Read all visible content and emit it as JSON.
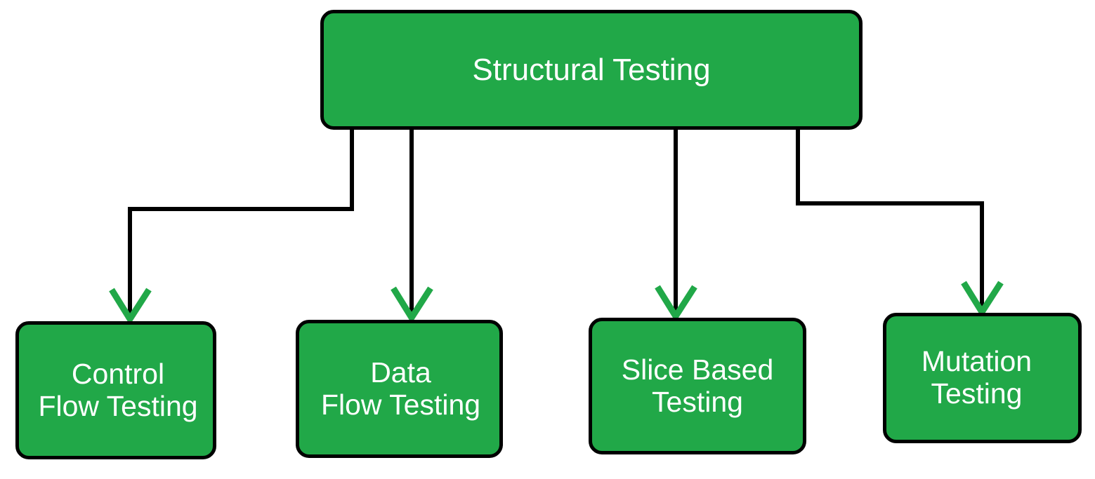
{
  "diagram": {
    "title": "Structural Testing",
    "type": "tree-hierarchy",
    "orientation": "top-down",
    "colors": {
      "node_fill": "#21a848",
      "node_border": "#000000",
      "node_text": "#ffffff",
      "connector_line": "#000000",
      "arrowhead": "#21a848",
      "background": "#ffffff"
    },
    "root": {
      "id": "structural-testing",
      "label": "Structural Testing"
    },
    "children": [
      {
        "id": "control-flow-testing",
        "label": "Control\nFlow Testing",
        "line1": "Control",
        "line2": "Flow Testing"
      },
      {
        "id": "data-flow-testing",
        "label": "Data\nFlow Testing",
        "line1": "Data",
        "line2": "Flow Testing"
      },
      {
        "id": "slice-based-testing",
        "label": "Slice Based\nTesting",
        "line1": "Slice Based",
        "line2": "Testing"
      },
      {
        "id": "mutation-testing",
        "label": "Mutation\nTesting",
        "line1": "Mutation",
        "line2": "Testing"
      }
    ],
    "edges": [
      {
        "from": "structural-testing",
        "to": "control-flow-testing",
        "style": "orthogonal",
        "arrow": "open-chevron"
      },
      {
        "from": "structural-testing",
        "to": "data-flow-testing",
        "style": "straight",
        "arrow": "open-chevron"
      },
      {
        "from": "structural-testing",
        "to": "slice-based-testing",
        "style": "straight",
        "arrow": "open-chevron"
      },
      {
        "from": "structural-testing",
        "to": "mutation-testing",
        "style": "orthogonal",
        "arrow": "open-chevron"
      }
    ]
  }
}
